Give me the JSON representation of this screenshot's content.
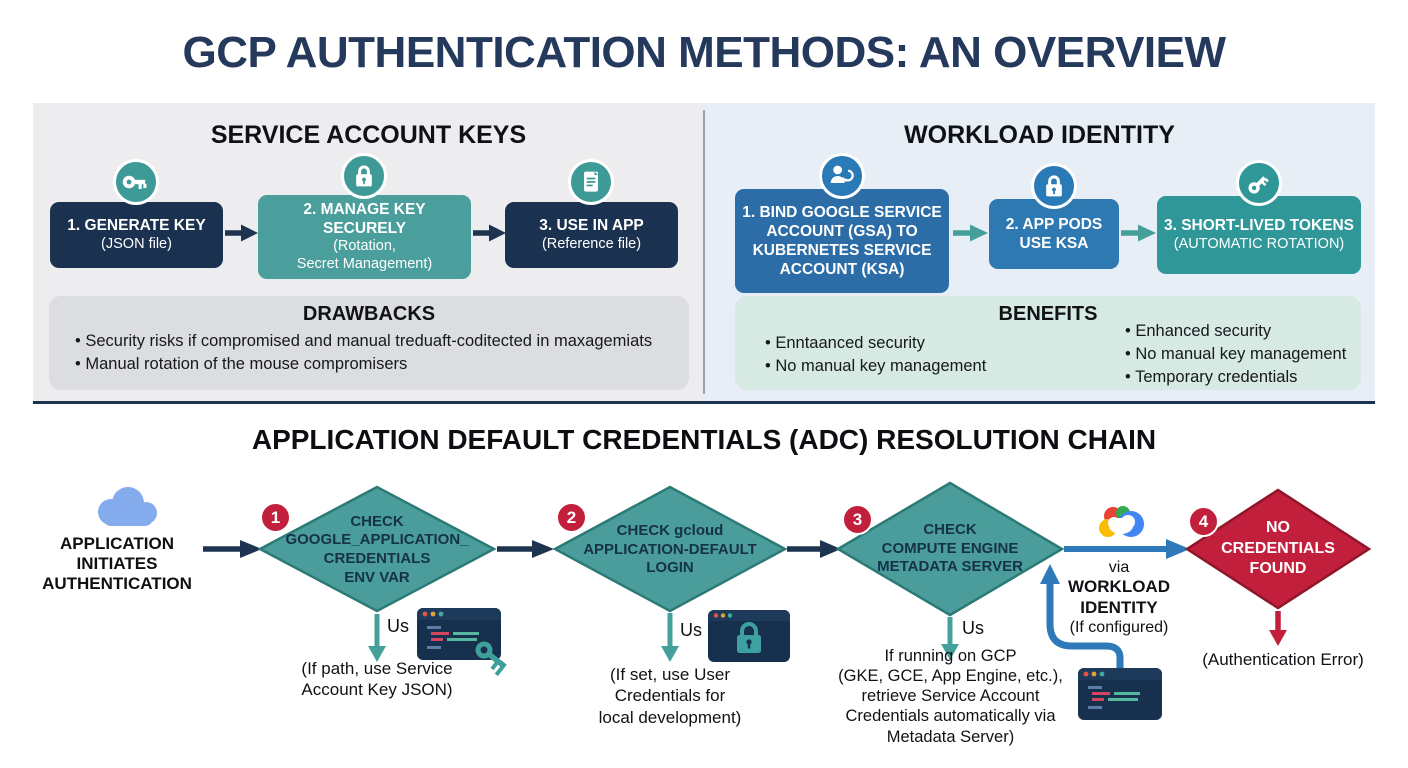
{
  "title": "GCP AUTHENTICATION METHODS: AN OVERVIEW",
  "sak": {
    "title": "SERVICE ACCOUNT KEYS",
    "step1": {
      "icon": "key-icon",
      "label": "1. GENERATE KEY",
      "sub": "(JSON file)"
    },
    "step2": {
      "icon": "lock-icon",
      "label": "2. MANAGE KEY SECURELY",
      "sub1": "(Rotation,",
      "sub2": "Secret Management)"
    },
    "step3": {
      "icon": "document-icon",
      "label": "3. USE IN APP",
      "sub": "(Reference file)"
    },
    "drawbacks": {
      "title": "DRAWBACKS",
      "item1": "• Security risks if compromised and manual treduaft-coditected in maxagemiats",
      "item2": "• Manual rotation of the mouse compromisers"
    }
  },
  "wi": {
    "title": "WORKLOAD IDENTITY",
    "step1": {
      "icon": "user-sync-icon",
      "line1": "1. BIND GOOGLE SERVICE",
      "line2": "ACCOUNT (GSA) TO",
      "line3": "KUBERNETES SERVICE",
      "line4": "ACCOUNT (KSA)"
    },
    "step2": {
      "icon": "lock-icon",
      "line1": "2. APP PODS",
      "line2": "USE KSA"
    },
    "step3": {
      "icon": "key-icon",
      "line1": "3. SHORT-LIVED TOKENS",
      "line2": "(AUTOMATIC ROTATION)"
    },
    "benefits": {
      "title": "BENEFITS",
      "left1": "• Enntaanced security",
      "left2": "• No manual key management",
      "right1": "• Enhanced security",
      "right2": "• No manual key management",
      "right3": "• Temporary credentials"
    }
  },
  "adc": {
    "title": "APPLICATION DEFAULT CREDENTIALS (ADC) RESOLUTION CHAIN",
    "start": {
      "icon": "cloud-icon",
      "line1": "APPLICATION",
      "line2": "INITIATES",
      "line3": "AUTHENTICATION"
    },
    "step1": {
      "badge": "1",
      "line1": "CHECK",
      "line2": "GOOGLE_APPLICATION_",
      "line3": "CREDENTIALS",
      "line4": "ENV VAR",
      "us": "Us",
      "icons": [
        "code-editor-icon",
        "key-icon"
      ],
      "note1": "(If path, use Service",
      "note2": "Account Key JSON)"
    },
    "step2": {
      "badge": "2",
      "line1": "CHECK gcloud",
      "line2": "APPLICATION-DEFAULT",
      "line3": "LOGIN",
      "us": "Us",
      "icons": [
        "window-lock-icon"
      ],
      "note1": "(If set, use User",
      "note2": "Credentials for",
      "note3": "local development)"
    },
    "step3": {
      "badge": "3",
      "line1": "CHECK",
      "line2": "COMPUTE ENGINE",
      "line3": "METADATA SERVER",
      "us": "Us",
      "icons": [
        "gcp-logo-icon",
        "code-editor-icon"
      ],
      "note1": "If running on GCP",
      "note2": "(GKE, GCE, App Engine, etc.),",
      "note3": "retrieve Service Account",
      "note4": "Credentials automatically via",
      "note5": "Metadata Server)"
    },
    "via": {
      "line1": "via",
      "line2": "WORKLOAD",
      "line3": "IDENTITY",
      "line4": "(If configured)"
    },
    "step4": {
      "badge": "4",
      "line1": "NO",
      "line2": "CREDENTIALS",
      "line3": "FOUND",
      "note": "(Authentication Error)"
    }
  },
  "colors": {
    "title-navy": "#24395b",
    "arrow-navy": "#1d3350",
    "panel-left": "#ededef",
    "panel-right": "#e7eef6",
    "box-navy": "#1a3150",
    "box-teal": "#4a9e9b",
    "circle-teal": "#3d9a96",
    "drawbacks-bg": "#dcdde0",
    "benefits-bg": "#d6e9e3",
    "box-blue1": "#2c6da7",
    "box-blue2": "#2f79b2",
    "box-teal2": "#2f9798",
    "circle-blue": "#2a7ab8",
    "diamond-teal": "#4a9d9a",
    "diamond-stroke": "#2b7a76",
    "diamond-text": "#16324a",
    "red": "#c21f3d",
    "blue-arrow": "#2e79ba",
    "teal-arrow": "#45a09b",
    "editor-bg": "#16304e",
    "cloud-blue": "#84abec",
    "gcp-blue": "#4285f4",
    "gcp-red": "#ea4335",
    "gcp-yellow": "#fbbc05",
    "gcp-green": "#34a853"
  }
}
